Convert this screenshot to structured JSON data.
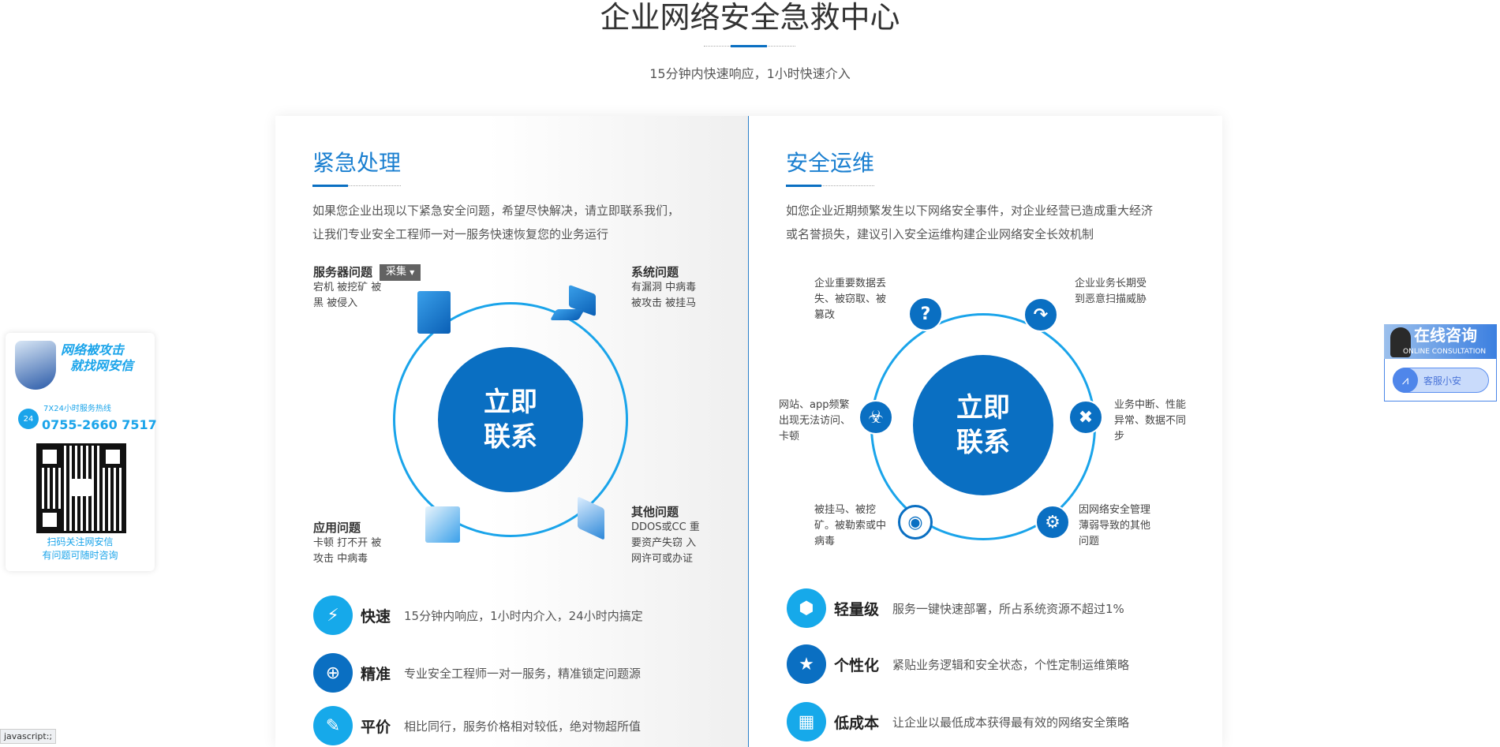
{
  "header": {
    "title": "企业网络安全急救中心",
    "subtitle": "15分钟内快速响应，1小时快速介入"
  },
  "emergency": {
    "title": "紧急处理",
    "intro": [
      "如果您企业出现以下紧急安全问题，希望尽快解决，请立即联系我们，",
      "让我们专业安全工程师一对一服务快速恢复您的业务运行"
    ],
    "center": [
      "立即",
      "联系"
    ],
    "tooltip": "采集",
    "problems": [
      {
        "title": "服务器问题",
        "desc": [
          "宕机 被挖矿 被",
          "黑 被侵入"
        ],
        "icon": "server-icon"
      },
      {
        "title": "系统问题",
        "desc": [
          "有漏洞 中病毒",
          "被攻击 被挂马"
        ],
        "icon": "monitor-icon"
      },
      {
        "title": "应用问题",
        "desc": [
          "卡顿 打不开 被",
          "攻击 中病毒"
        ],
        "icon": "web-pages-icon"
      },
      {
        "title": "其他问题",
        "desc": [
          "DDOS或CC 重",
          "要资产失窃 入",
          "网许可或办证"
        ],
        "icon": "presentation-board-icon"
      }
    ],
    "features": [
      {
        "title": "快速",
        "desc": "15分钟内响应，1小时内介入，24小时内搞定",
        "icon": "stopwatch-icon"
      },
      {
        "title": "精准",
        "desc": "专业安全工程师一对一服务，精准锁定问题源",
        "icon": "target-icon"
      },
      {
        "title": "平价",
        "desc": "相比同行，服务价格相对较低，绝对物超所值",
        "icon": "price-tag-icon"
      }
    ]
  },
  "operations": {
    "title": "安全运维",
    "intro": [
      "如您企业近期频繁发生以下网络安全事件，对企业经营已造成重大经济",
      "或名誉损失，建议引入安全运维构建企业网络安全长效机制"
    ],
    "center": [
      "立即",
      "联系"
    ],
    "events": [
      {
        "desc": [
          "企业重要数据丢",
          "失、被窃取、被",
          "篡改"
        ],
        "icon": "question-icon"
      },
      {
        "desc": [
          "企业业务长期受",
          "到恶意扫描威胁"
        ],
        "icon": "redo-arrow-icon"
      },
      {
        "desc": [
          "网站、app频繁",
          "出现无法访问、",
          "卡顿"
        ],
        "icon": "biohazard-icon"
      },
      {
        "desc": [
          "业务中断、性能",
          "异常、数据不同",
          "步"
        ],
        "icon": "close-x-icon"
      },
      {
        "desc": [
          "被挂马、被挖",
          "矿。被勒索或中",
          "病毒"
        ],
        "icon": "eye-icon"
      },
      {
        "desc": [
          "因网络安全管理",
          "薄弱导致的其他",
          "问题"
        ],
        "icon": "user-gear-icon"
      }
    ],
    "features": [
      {
        "title": "轻量级",
        "desc": "服务一键快速部署，所占系统资源不超过1%",
        "icon": "cube-icon"
      },
      {
        "title": "个性化",
        "desc": "紧贴业务逻辑和安全状态，个性定制运维策略",
        "icon": "shield-star-icon"
      },
      {
        "title": "低成本",
        "desc": "让企业以最低成本获得最有效的网络安全策略",
        "icon": "cost-chart-icon"
      }
    ]
  },
  "side_left": {
    "slogan": [
      "网络被攻击",
      "就找网安信"
    ],
    "hotline_label": "7X24小时服务热线",
    "phone": "0755-2660 7517",
    "badge": "24",
    "qr_caption": [
      "扫码关注网安信",
      "有问题可随时咨询"
    ]
  },
  "side_right": {
    "banner_title": "在线咨询",
    "banner_sub": "ONLINE CONSULTATION",
    "agent": "客服小安"
  },
  "status_bar": {
    "url": "javascript:;"
  },
  "colors": {
    "primary": "#0a6fc2",
    "accent": "#1aa4ea"
  }
}
